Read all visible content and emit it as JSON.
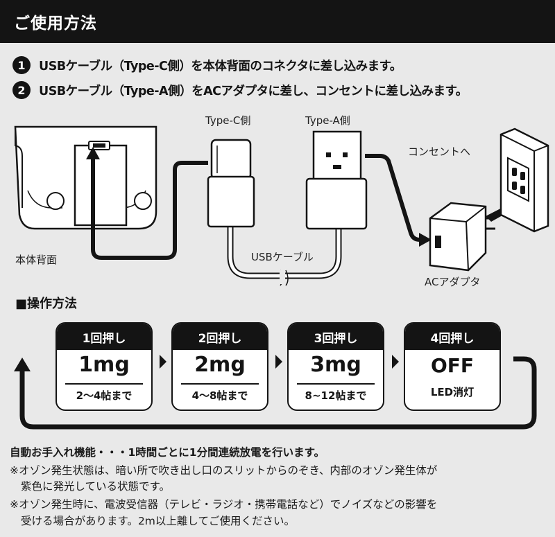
{
  "header": {
    "title": "ご使用方法"
  },
  "steps": [
    {
      "num": "1",
      "text": "USBケーブル（Type-C側）を本体背面のコネクタに差し込みます。"
    },
    {
      "num": "2",
      "text": "USBケーブル（Type-A側）をACアダプタに差し、コンセントに差し込みます。"
    }
  ],
  "diagram": {
    "type_c_label": "Type-C側",
    "type_a_label": "Type-A側",
    "outlet_label": "コンセントへ",
    "body_back_label": "本体背面",
    "usb_cable_label": "USBケーブル",
    "ac_adapter_label": "ACアダプタ"
  },
  "operation": {
    "title": "■操作方法",
    "cards": [
      {
        "press": "1回押し",
        "main": "1mg",
        "sub": "2～4帖まで"
      },
      {
        "press": "2回押し",
        "main": "2mg",
        "sub": "4～8帖まで"
      },
      {
        "press": "3回押し",
        "main": "3mg",
        "sub": "8~12帖まで"
      },
      {
        "press": "4回押し",
        "main": "OFF",
        "sub": "LED消灯"
      }
    ]
  },
  "notes": {
    "auto_care": "自動お手入れ機能・・・1時間ごとに1分間連続放電を行います。",
    "note1_line1": "※オゾン発生状態は、暗い所で吹き出し口のスリットからのぞき、内部のオゾン発生体が",
    "note1_line2": "紫色に発光している状態です。",
    "note2_line1": "※オゾン発生時に、電波受信器（テレビ・ラジオ・携帯電話など）でノイズなどの影響を",
    "note2_line2": "受ける場合があります。2m以上離してご使用ください。"
  },
  "colors": {
    "dark": "#141414",
    "background": "#e9e9e9",
    "white": "#ffffff"
  }
}
